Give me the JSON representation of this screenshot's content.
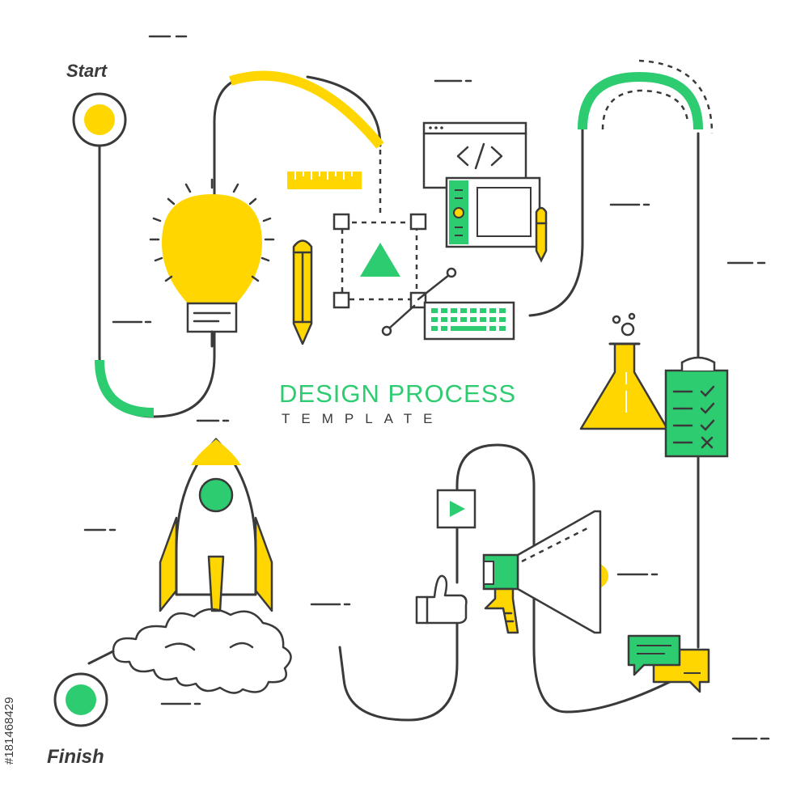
{
  "labels": {
    "start": "Start",
    "finish": "Finish"
  },
  "title": {
    "main": "DESIGN PROCESS",
    "sub": "TEMPLATE"
  },
  "stock_id": "#181468429",
  "colors": {
    "accent_green": "#2ecc71",
    "accent_yellow": "#ffd600",
    "line": "#3a3a3a",
    "background": "#ffffff"
  },
  "icons": [
    "start-marker-icon",
    "lightbulb-icon",
    "pencil-icon",
    "ruler-icon",
    "vector-shape-icon",
    "code-window-icon",
    "graphics-tablet-icon",
    "stylus-icon",
    "keyboard-icon",
    "flask-icon",
    "checklist-clipboard-icon",
    "chat-bubbles-icon",
    "megaphone-icon",
    "play-button-icon",
    "thumbs-up-icon",
    "rocket-icon",
    "smoke-cloud-icon",
    "finish-marker-icon"
  ]
}
